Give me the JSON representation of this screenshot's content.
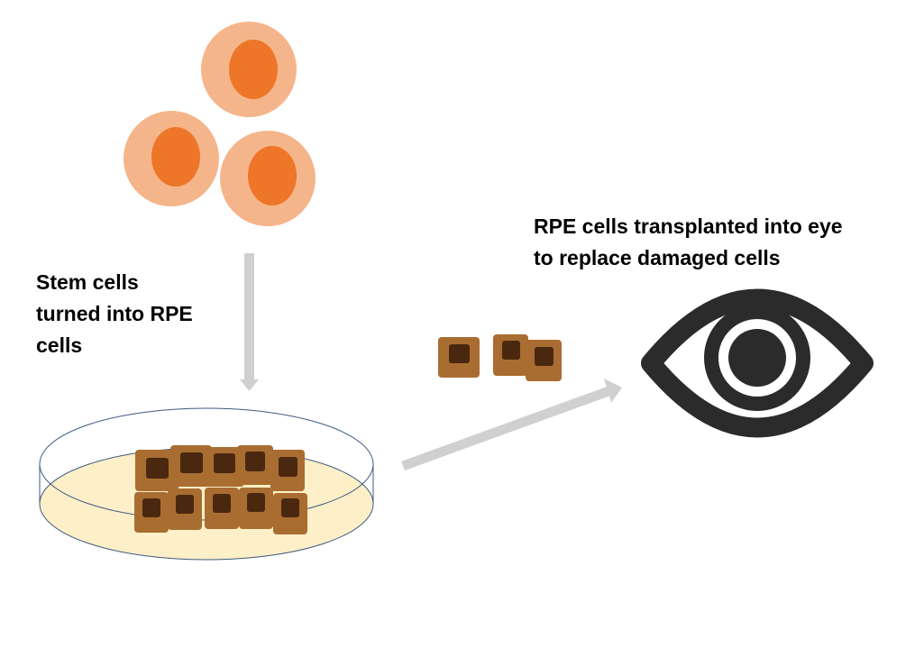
{
  "captions": {
    "stem_cells": {
      "lines": [
        "Stem cells",
        "turned into RPE",
        "cells"
      ]
    },
    "transplant": {
      "lines": [
        "RPE cells transplanted into eye",
        "to replace damaged cells"
      ]
    }
  },
  "colors": {
    "stem_cell_outer": "#f5b58a",
    "stem_cell_nucleus": "#ed7628",
    "rpe_cell_body": "#a96d31",
    "rpe_cell_nucleus": "#4a2810",
    "dish_medium": "#fdefc8",
    "dish_rim": "#3d5a80",
    "arrow": "#d0d0d0",
    "eye": "#2b2b2b"
  },
  "icons": {
    "eye": "eye-icon",
    "stem_cell": "stem-cell-icon",
    "rpe_cell": "rpe-cell-icon",
    "dish": "petri-dish-icon"
  }
}
